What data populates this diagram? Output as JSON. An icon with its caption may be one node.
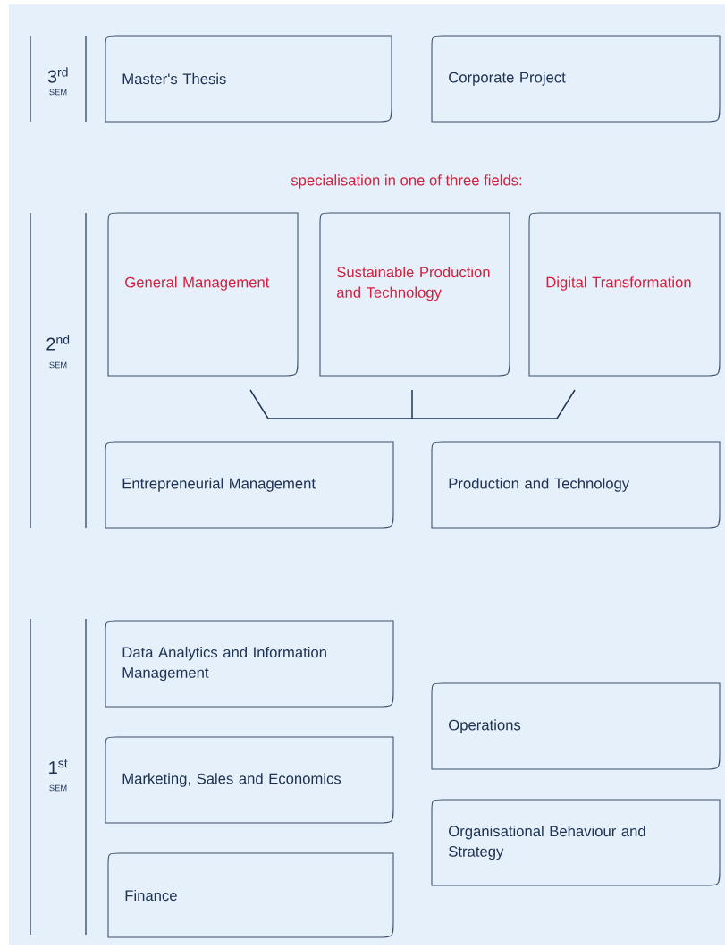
{
  "diagram": {
    "nodes": [
      {
        "text": [
          "Master's Thesis"
        ]
      },
      {
        "text": [
          "Corporate Project"
        ]
      },
      {
        "text": [
          "General Management"
        ]
      },
      {
        "text": [
          "Sustainable Production and Technology"
        ]
      },
      {
        "text": [
          "Digital Transformation"
        ]
      },
      {
        "text": [
          "Entrepreneurial Management"
        ]
      },
      {
        "text": [
          "Production and Technology"
        ]
      },
      {
        "text": [
          "Data Analytics and Information Management"
        ]
      },
      {
        "text": [
          "Operations"
        ]
      },
      {
        "text": [
          "Marketing, Sales and Economics"
        ]
      },
      {
        "text": [
          "Organisational Behaviour and Strategy"
        ]
      },
      {
        "text": [
          "Finance"
        ]
      }
    ],
    "labels": [
      "3$^{rd}$",
      "SEM",
      "specialisation in one of three fields:",
      "2$^{nd}$",
      "SEM",
      "1$^{st}$",
      "SEM"
    ]
  }
}
